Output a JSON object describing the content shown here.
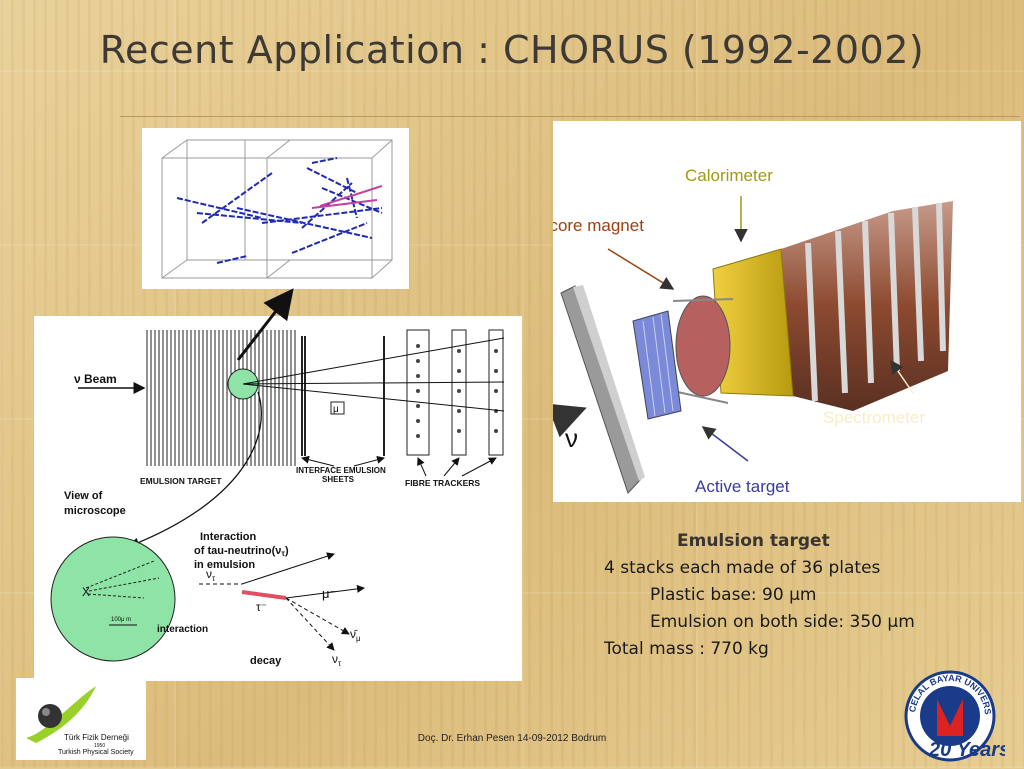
{
  "title": "Recent Application : CHORUS (1992-2002)",
  "diagram": {
    "nu_beam": "ν Beam",
    "emulsion_target": "EMULSION TARGET",
    "interface_sheets_1": "INTERFACE EMULSION",
    "interface_sheets_2": "SHEETS",
    "fibre_trackers": "FIBRE TRACKERS",
    "mu_box": "μ",
    "view_1": "View of",
    "view_2": "microscope",
    "interaction_1": "Interaction",
    "interaction_2": "of tau-neutrino(ν",
    "interaction_2_sub": "τ",
    "interaction_2_end": ")",
    "interaction_3": "in emulsion",
    "scale": "100μ m",
    "interaction_label": "interaction",
    "decay_label": "decay",
    "nu_tau": "ν",
    "nu_tau_sub": "τ",
    "tau_minus": "τ⁻",
    "mu_minus": "μ⁻",
    "nubar_mu": "ν̄",
    "nubar_mu_sub": "μ",
    "nu_tau2": "ν",
    "nu_tau2_sub": "τ"
  },
  "detector": {
    "calorimeter": "Calorimeter",
    "air_core_magnet": "Air-core magnet",
    "spectrometer": "Spectrometer",
    "active_target": "Active target",
    "nu": "ν"
  },
  "emulsion_info": {
    "heading": "Emulsion target",
    "line1": "4 stacks each made of 36 plates",
    "line2": "Plastic base: 90 μm",
    "line3": "Emulsion on both side: 350 μm",
    "line4": "Total mass : 770 kg"
  },
  "logos": {
    "tfd_line1": "Türk Fizik Derneği",
    "tfd_year": "1950",
    "tfd_line2": "Turkish Physical Society",
    "cbu_ring": "CELAL BAYAR UNIVERSITY",
    "cbu_years": "20 Years"
  },
  "footer": "Doç. Dr. Erhan Pesen 14-09-2012 Bodrum",
  "colors": {
    "calorimeter": "#a09a10",
    "air_core_magnet": "#a0400c",
    "spectrometer": "#f6eec4",
    "active_target": "#3a3aa0",
    "tau_track": "#e05060",
    "circle_fill": "#8ee3a6"
  }
}
